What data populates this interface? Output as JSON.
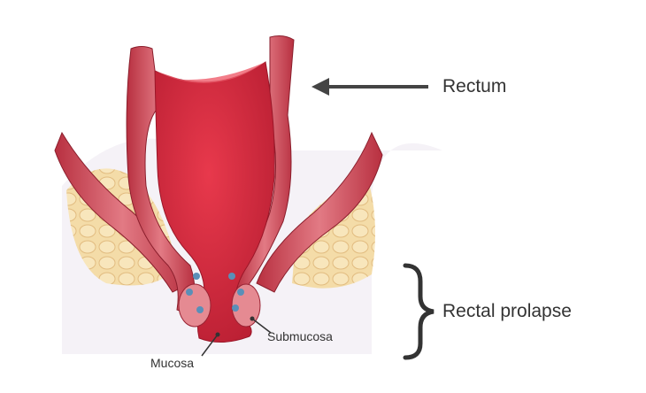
{
  "labels": {
    "rectum": "Rectum",
    "rectal_prolapse": "Rectal prolapse",
    "submucosa": "Submucosa",
    "mucosa": "Mucosa"
  },
  "colors": {
    "muscle": "#c8394a",
    "muscle_light": "#e0707a",
    "lumen": "#d62a3e",
    "fat": "#f2d8a0",
    "fat_outline": "#e0b878",
    "background_tissue": "#e9e2ee",
    "arrow": "#444444",
    "nodule": "#5a8fb8"
  }
}
